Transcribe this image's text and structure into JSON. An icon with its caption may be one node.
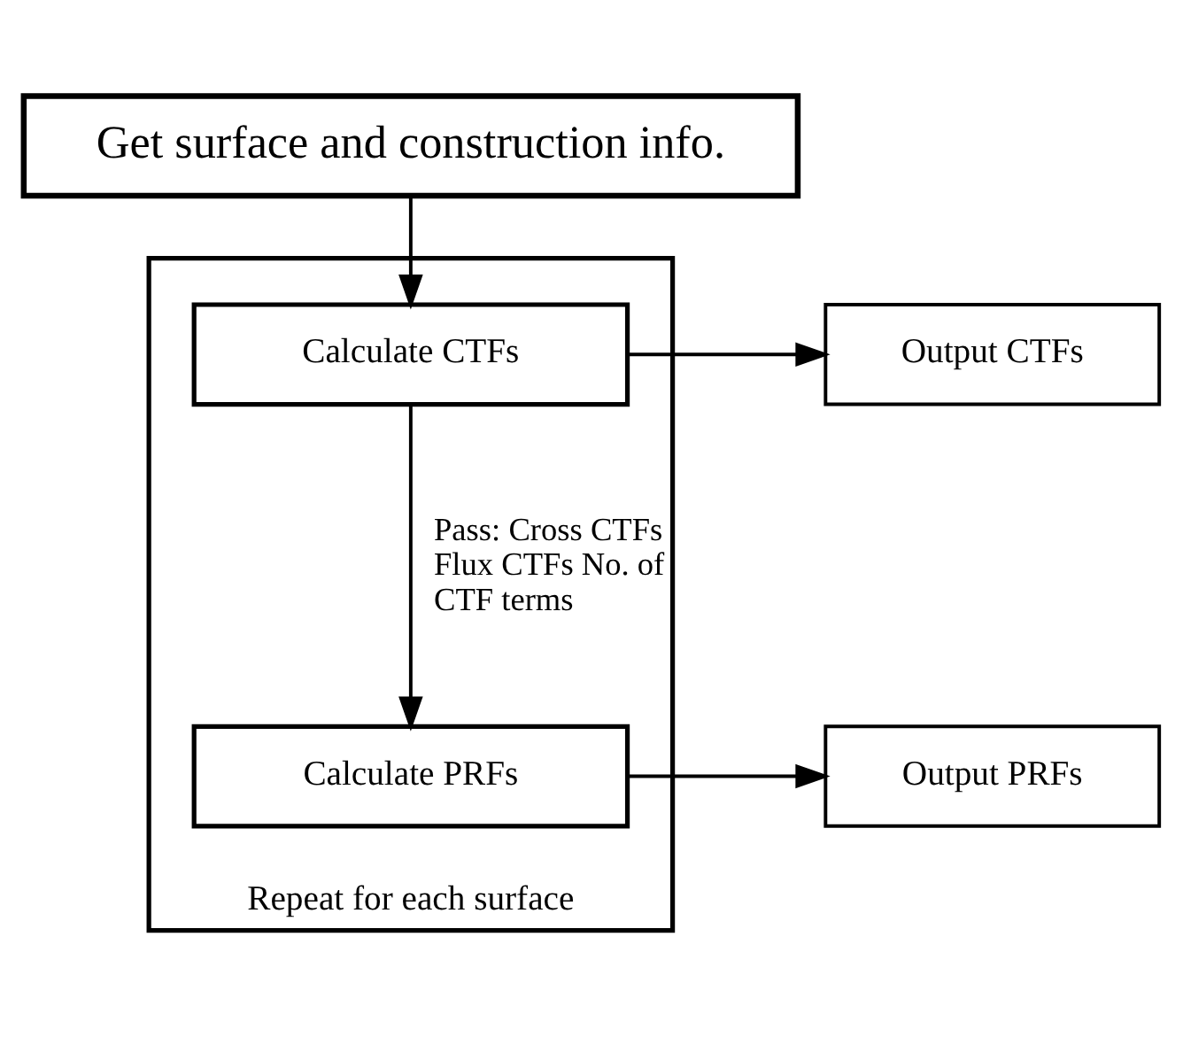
{
  "diagram": {
    "nodes": [
      {
        "text": [
          "Get surface and construction info."
        ]
      },
      {
        "text": [
          "Repeat for each surface"
        ]
      },
      {
        "text": [
          "Calculate CTFs"
        ],
        "in": 1
      },
      {
        "text": [
          "Output CTFs"
        ]
      },
      {
        "text": [
          "Calculate PRFs"
        ],
        "in": 1
      },
      {
        "text": [
          "Output PRFs"
        ]
      }
    ],
    "edges": [
      {
        "from": 0,
        "to": 2,
        "arrow": "to"
      },
      {
        "from": 2,
        "to": 3,
        "arrow": "to"
      },
      {
        "from": 2,
        "to": 4,
        "arrow": "to",
        "label": "Pass: Cross CTFs Flux CTFs No. of CTF terms"
      },
      {
        "from": 4,
        "to": 5,
        "arrow": "to"
      }
    ]
  }
}
